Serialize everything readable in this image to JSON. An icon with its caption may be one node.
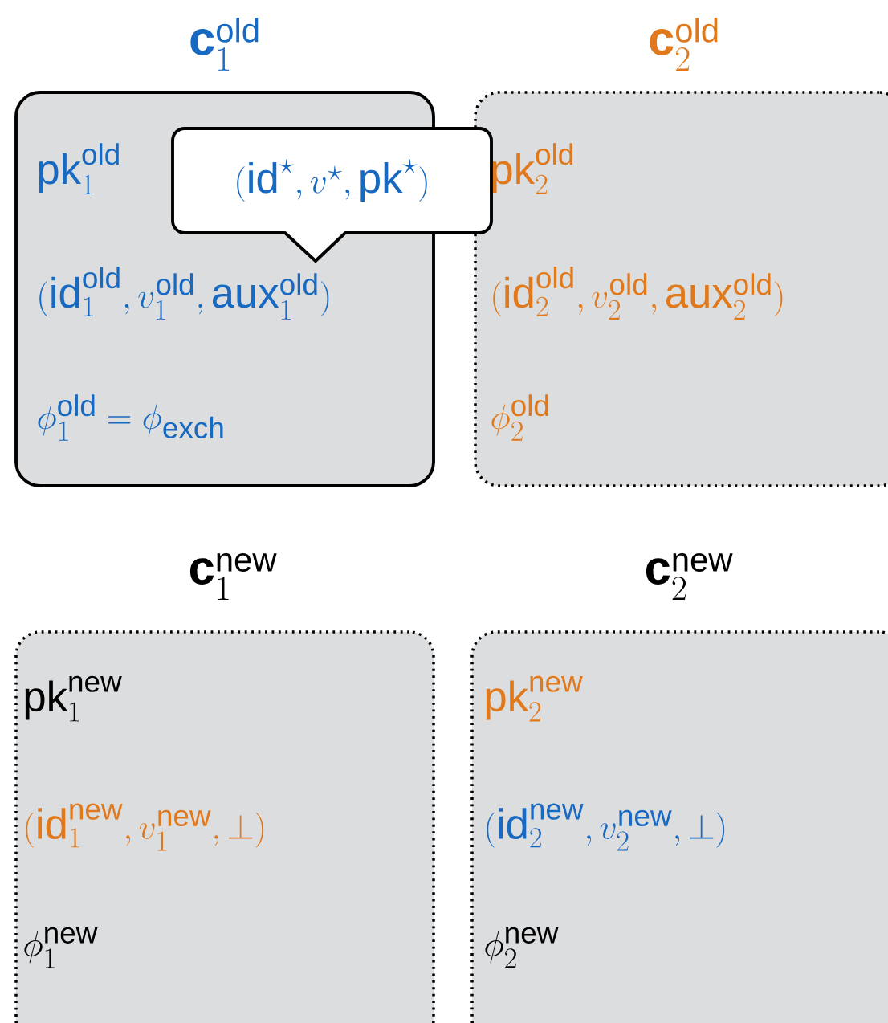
{
  "diagram": {
    "nodes": [
      {
        "text": [
          "\\mathbf{c}_1^{\\mathsf{old}}",
          "\\mathsf{pk}_1^{\\mathsf{old}}",
          "(\\mathsf{id}_1^{\\mathsf{old}}, v_1^{\\mathsf{old}}, \\mathsf{aux}_1^{\\mathsf{old}})",
          "\\phi_1^{\\mathsf{old}} = \\phi_{\\mathsf{exch}}"
        ]
      },
      {
        "text": [
          "(\\mathsf{id}^{\\star}, v^{\\star}, \\mathsf{pk}^{\\star})"
        ]
      },
      {
        "text": [
          "\\mathbf{c}_2^{\\mathsf{old}}",
          "\\mathsf{pk}_2^{\\mathsf{old}}",
          "(\\mathsf{id}_2^{\\mathsf{old}}, v_2^{\\mathsf{old}}, \\mathsf{aux}_2^{\\mathsf{old}})",
          "\\phi_2^{\\mathsf{old}}"
        ]
      },
      {
        "text": [
          "\\mathbf{c}_1^{\\mathsf{new}}",
          "\\mathsf{pk}_1^{\\mathsf{new}}",
          "(\\mathsf{id}_1^{\\mathsf{new}}, v_1^{\\mathsf{new}}, \\perp)",
          "\\phi_1^{\\mathsf{new}}"
        ]
      },
      {
        "text": [
          "\\mathbf{c}_2^{\\mathsf{new}}",
          "\\mathsf{pk}_2^{\\mathsf{new}}",
          "(\\mathsf{id}_2^{\\mathsf{new}}, v_2^{\\mathsf{new}}, \\perp)",
          "\\phi_2^{\\mathsf{new}}"
        ]
      }
    ]
  }
}
